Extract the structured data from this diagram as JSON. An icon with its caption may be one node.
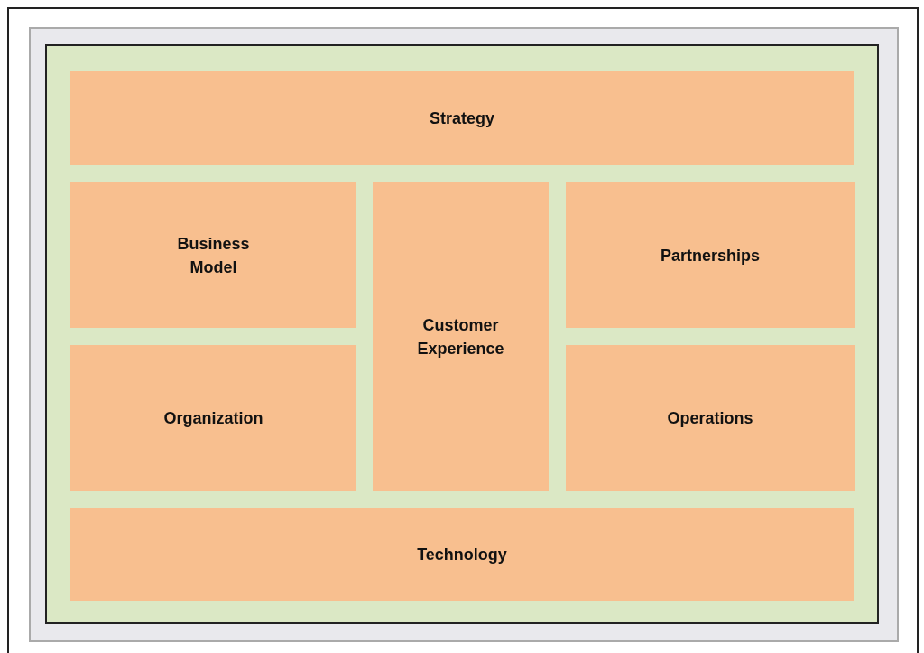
{
  "diagram": {
    "nodes": [
      {
        "text": [
          "Strategy"
        ]
      },
      {
        "text": [
          "Business Model"
        ]
      },
      {
        "text": [
          "Customer Experience"
        ]
      },
      {
        "text": [
          "Partnerships"
        ]
      },
      {
        "text": [
          "Organization"
        ]
      },
      {
        "text": [
          "Operations"
        ]
      },
      {
        "text": [
          "Technology"
        ]
      }
    ]
  }
}
